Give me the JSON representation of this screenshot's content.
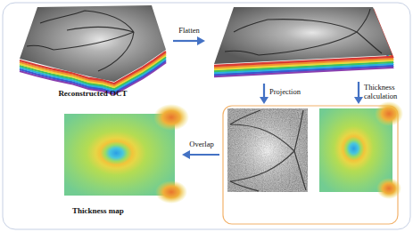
{
  "diagram": {
    "nodes": [
      {
        "text": [
          "Reconstructed OCT"
        ]
      },
      {
        "text": [
          "Thickness map"
        ]
      }
    ],
    "labels": [
      "Flatten",
      "Projection",
      "Thickness calculation",
      "Overlap"
    ]
  }
}
